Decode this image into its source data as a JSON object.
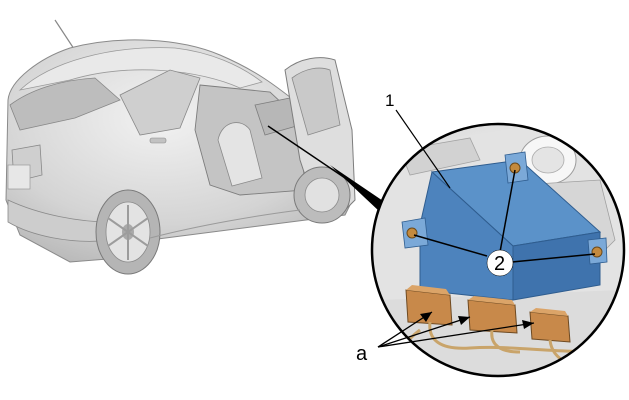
{
  "diagram": {
    "callouts": {
      "module": "1",
      "bolts": "2",
      "connectors": "a"
    },
    "colors": {
      "module_top": "#5b92c9",
      "module_side": "#3f73ad",
      "module_front": "#4d83bd",
      "connector": "#c8894a",
      "wire": "#c9a46a",
      "car_body": "#d6d6d6",
      "car_outline": "#8a8a8a",
      "detail_bg": "#ececec"
    }
  }
}
